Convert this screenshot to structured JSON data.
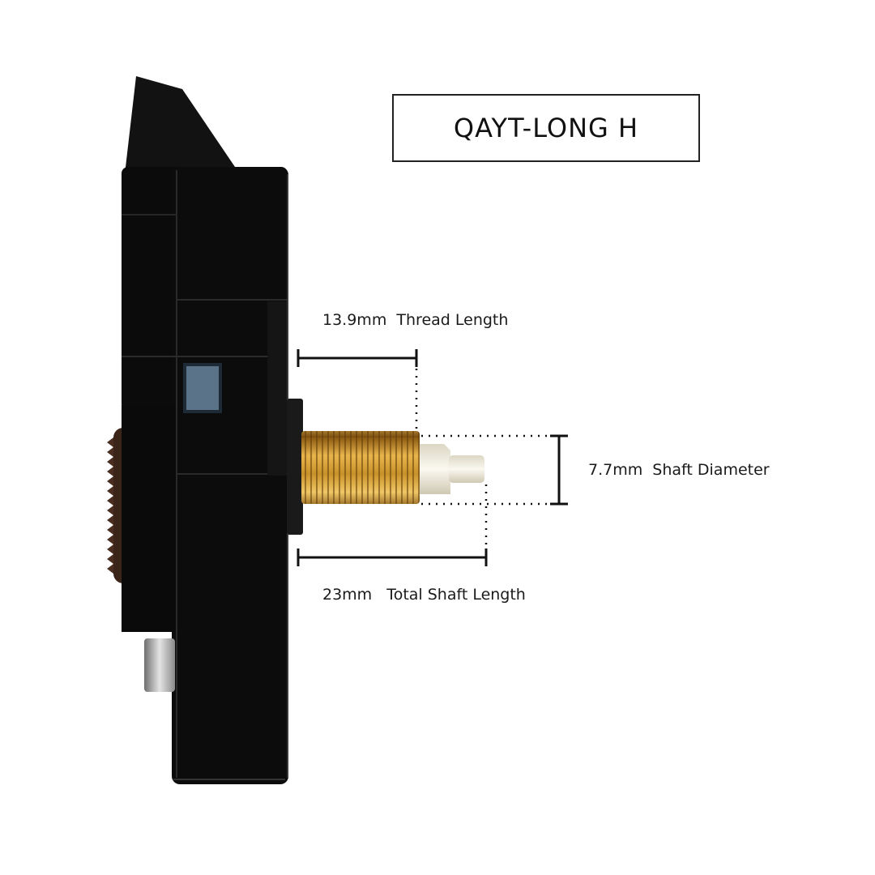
{
  "product": {
    "model": "QAYT-LONG H"
  },
  "dimensions": {
    "thread_length": "13.9mm  Thread Length",
    "shaft_diameter": "7.7mm  Shaft Diameter",
    "total_shaft_length": "23mm   Total Shaft Length"
  },
  "colors": {
    "movement_body": "#0b0b0b",
    "thread_brass": "#c8922a",
    "shaft_nylon": "#f2eee2",
    "dimension_line": "#111111"
  }
}
